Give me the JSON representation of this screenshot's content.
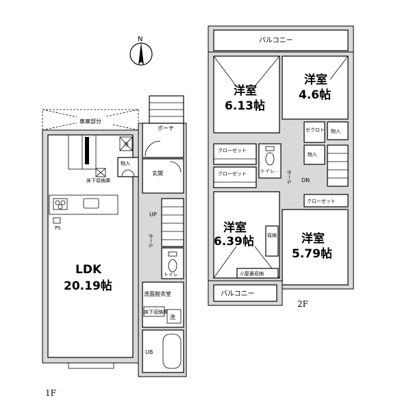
{
  "compass": {
    "label": "N"
  },
  "floor1": {
    "tag": "1F",
    "garage": "車庫部分",
    "porch": "ポーチ",
    "entrance": "玄関",
    "storage": "物入",
    "fridge": "冷",
    "underfloor_storage": "床下収納庫",
    "ps": "PS",
    "ldk_name": "LDK",
    "ldk_size": "20.19帖",
    "up": "UP",
    "hall": "ホール",
    "toilet": "トイレ",
    "washroom": "洗面脱衣室",
    "underfloor_small": "床下収納庫",
    "washer": "洗",
    "bath": "UB"
  },
  "floor2": {
    "tag": "2F",
    "balcony_top": "バルコニー",
    "balcony_bottom": "バルコニー",
    "room_a_name": "洋室",
    "room_a_size": "6.13帖",
    "room_b_name": "洋室",
    "room_b_size": "4.6帖",
    "room_c_name": "洋室",
    "room_c_size": "6.39帖",
    "room_d_name": "洋室",
    "room_d_size": "5.79帖",
    "closet1": "クローゼット",
    "closet2": "クローゼット",
    "closet3": "クローゼット",
    "walkin": "ゼクロト",
    "storage1": "物入",
    "storage2": "物入",
    "toilet": "トイレ",
    "hall": "ホール",
    "dn": "DN",
    "shelf": "収納",
    "attic": "小屋裏収納"
  }
}
